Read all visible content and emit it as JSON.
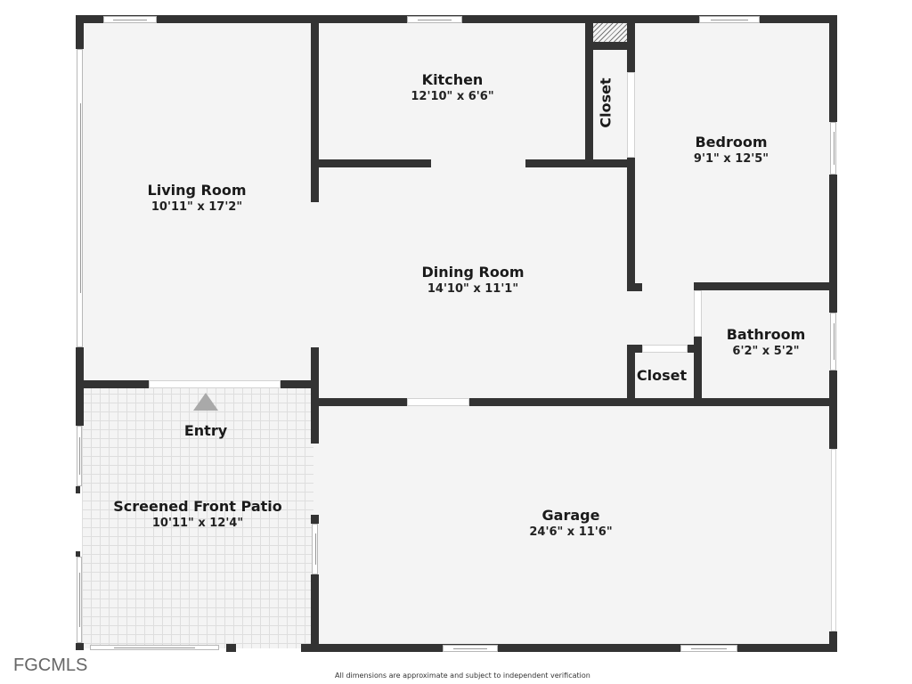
{
  "rooms": {
    "living_room": {
      "name": "Living Room",
      "dim": "10'11\" x 17'2\""
    },
    "kitchen": {
      "name": "Kitchen",
      "dim": "12'10\" x 6'6\""
    },
    "bedroom": {
      "name": "Bedroom",
      "dim": "9'1\" x 12'5\""
    },
    "closet_top": {
      "name": "Closet"
    },
    "dining_room": {
      "name": "Dining Room",
      "dim": "14'10\" x 11'1\""
    },
    "bathroom": {
      "name": "Bathroom",
      "dim": "6'2\" x 5'2\""
    },
    "closet_small": {
      "name": "Closet"
    },
    "entry": {
      "name": "Entry"
    },
    "screened_patio": {
      "name": "Screened Front Patio",
      "dim": "10'11\" x 12'4\""
    },
    "garage": {
      "name": "Garage",
      "dim": "24'6\" x 11'6\""
    }
  },
  "footer": {
    "logo": "FGCMLS",
    "disclaimer": "All dimensions are approximate and subject to independent verification"
  },
  "colors": {
    "wall": "#333333",
    "floor": "#f4f4f4",
    "entry_arrow": "#a9a9a9"
  },
  "icons": {
    "entry_marker": "triangle-up"
  }
}
